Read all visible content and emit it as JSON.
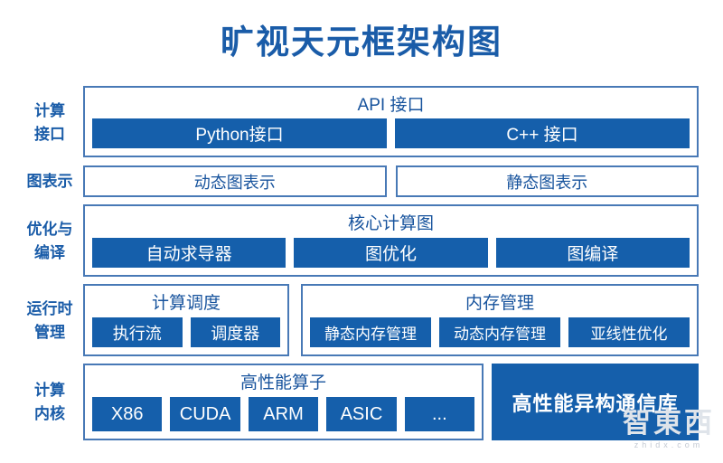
{
  "title": "旷视天元框架构图",
  "colors": {
    "accent_blue_fill": "#155FAB",
    "outline_border": "#4879B6",
    "header_text": "#17539D",
    "label_text": "#1A5CA8"
  },
  "sections": [
    {
      "label": "计算\n接口",
      "groups": [
        {
          "type": "container",
          "header": "API 接口",
          "items": [
            "Python接口",
            "C++ 接口"
          ]
        }
      ]
    },
    {
      "label": "图表示",
      "groups": [
        {
          "type": "plain",
          "header": "动态图表示"
        },
        {
          "type": "plain",
          "header": "静态图表示"
        }
      ]
    },
    {
      "label": "优化与\n编译",
      "groups": [
        {
          "type": "container",
          "header": "核心计算图",
          "items": [
            "自动求导器",
            "图优化",
            "图编译"
          ]
        }
      ]
    },
    {
      "label": "运行时\n管理",
      "groups": [
        {
          "type": "container",
          "header": "计算调度",
          "items": [
            "执行流",
            "调度器"
          ]
        },
        {
          "type": "container",
          "header": "内存管理",
          "items": [
            "静态内存管理",
            "动态内存管理",
            "亚线性优化"
          ]
        }
      ]
    },
    {
      "label": "计算\n内核",
      "groups": [
        {
          "type": "container",
          "header": "高性能算子",
          "items": [
            "X86",
            "CUDA",
            "ARM",
            "ASIC",
            "..."
          ]
        },
        {
          "type": "solid",
          "label": "高性能异构通信库"
        }
      ]
    }
  ],
  "watermark": {
    "logo": "智東西",
    "domain": "zhidx.com"
  }
}
